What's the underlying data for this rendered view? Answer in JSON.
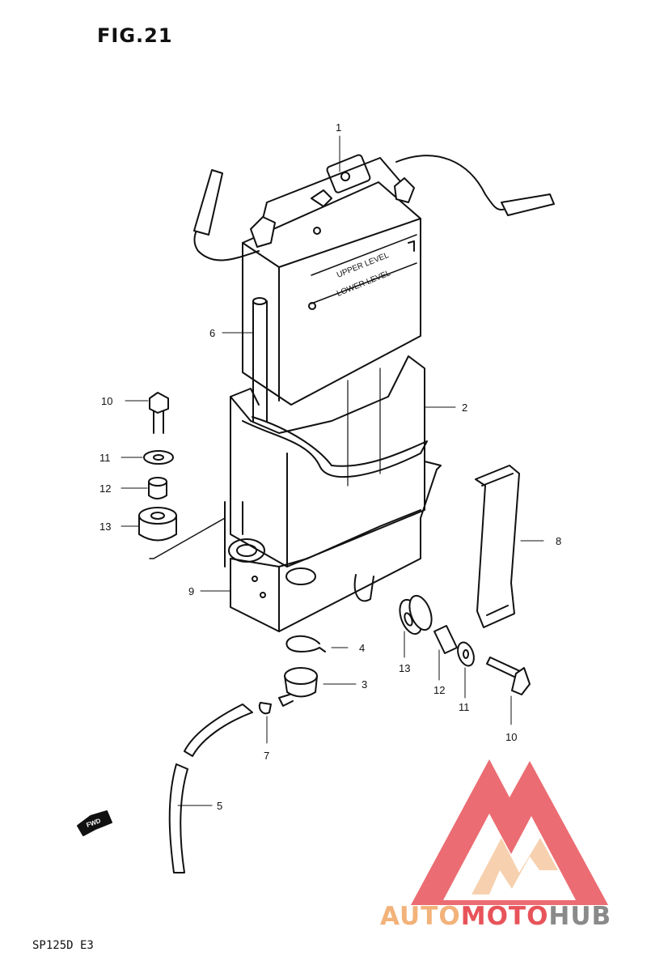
{
  "figure_title": "FIG.21",
  "model_code": "SP125D E3",
  "battery_text": {
    "upper_level": "UPPER LEVEL",
    "lower_level": "LOWER LEVEL"
  },
  "fwd_arrow_text": "FWD",
  "watermark": {
    "part1": "AUTO",
    "part2": "MOTO",
    "part3": "HUB",
    "color_primary": "#e8535a",
    "color_secondary": "#f2b27a",
    "color_tertiary": "#8a8a8a"
  },
  "callouts": [
    {
      "id": "c1",
      "label": "1"
    },
    {
      "id": "c2",
      "label": "2"
    },
    {
      "id": "c3",
      "label": "3"
    },
    {
      "id": "c4",
      "label": "4"
    },
    {
      "id": "c5",
      "label": "5"
    },
    {
      "id": "c6",
      "label": "6"
    },
    {
      "id": "c7",
      "label": "7"
    },
    {
      "id": "c8",
      "label": "8"
    },
    {
      "id": "c9",
      "label": "9"
    },
    {
      "id": "c10a",
      "label": "10"
    },
    {
      "id": "c11a",
      "label": "11"
    },
    {
      "id": "c12a",
      "label": "12"
    },
    {
      "id": "c13a",
      "label": "13"
    },
    {
      "id": "c13b",
      "label": "13"
    },
    {
      "id": "c12b",
      "label": "12"
    },
    {
      "id": "c11b",
      "label": "11"
    },
    {
      "id": "c10b",
      "label": "10"
    }
  ]
}
